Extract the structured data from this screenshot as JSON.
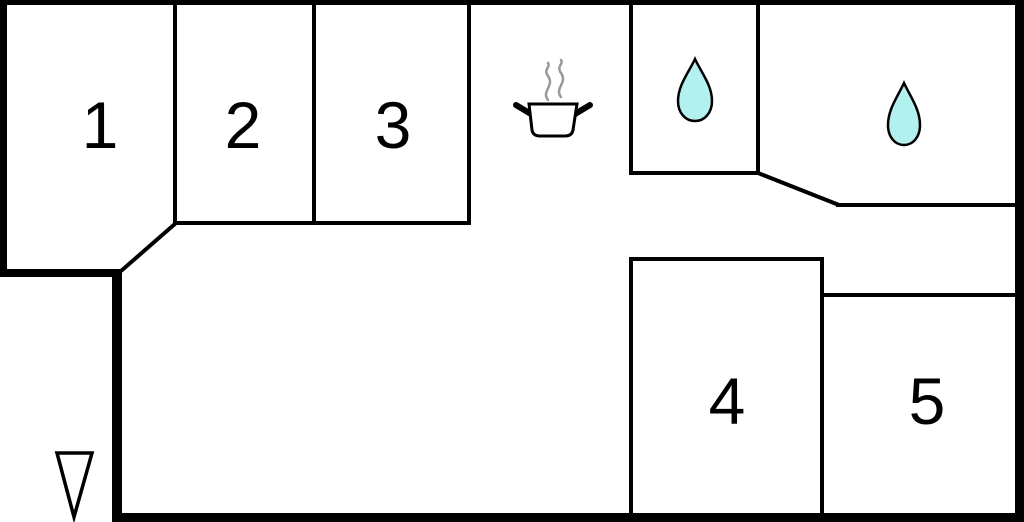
{
  "floorplan": {
    "rooms": [
      {
        "id": "room-1",
        "label": "1"
      },
      {
        "id": "room-2",
        "label": "2"
      },
      {
        "id": "room-3",
        "label": "3"
      },
      {
        "id": "room-4",
        "label": "4"
      },
      {
        "id": "room-5",
        "label": "5"
      }
    ],
    "icons": {
      "kitchen": "cooking-pot-with-steam-icon",
      "bathroom_small": "water-drop-icon",
      "bathroom_large": "water-drop-icon",
      "entrance": "entrance-arrow-icon"
    },
    "colors": {
      "wall": "#000000",
      "background": "#ffffff",
      "water_drop_fill": "#b3f0f0",
      "water_drop_stroke": "#000000",
      "steam": "#999999"
    }
  }
}
